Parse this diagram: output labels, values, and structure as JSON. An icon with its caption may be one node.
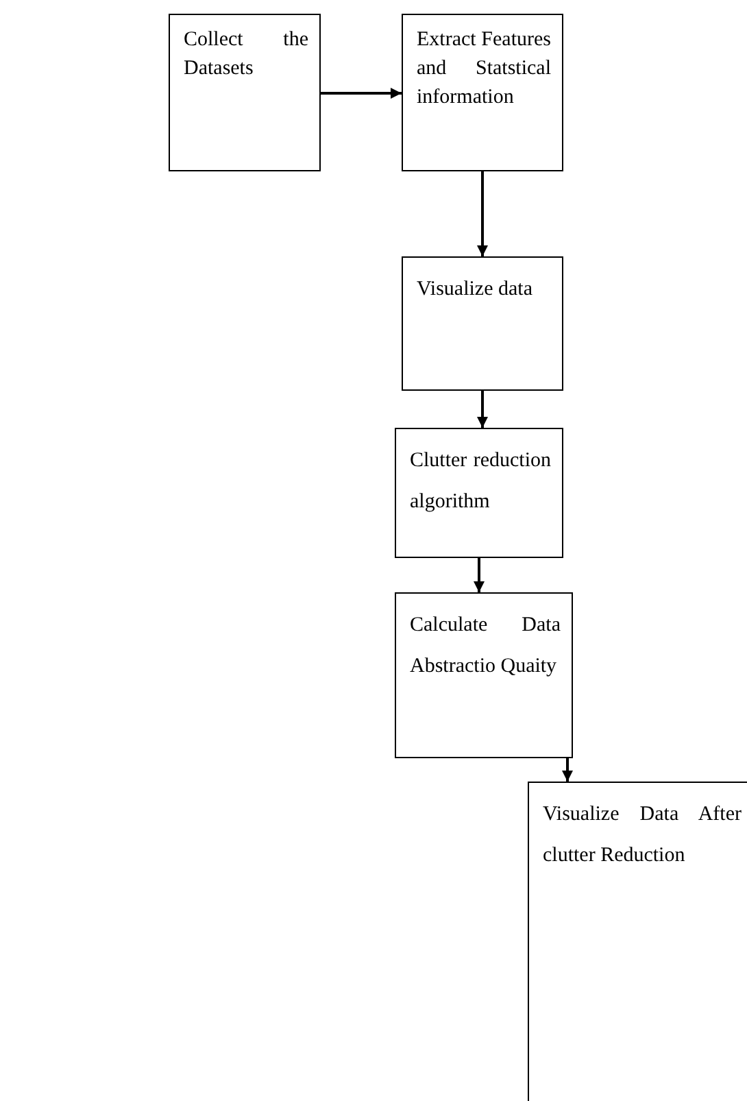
{
  "diagram": {
    "nodes": [
      {
        "text": [
          "Collect the Datasets"
        ]
      },
      {
        "text": [
          "Extract Features and Statstical information"
        ]
      },
      {
        "text": [
          "Visualize data"
        ]
      },
      {
        "text": [
          "Clutter reduction algorithm"
        ]
      },
      {
        "text": [
          "Calculate Data Abstractio Quaity"
        ]
      },
      {
        "text": [
          "Visualize Data After clutter Reduction"
        ]
      }
    ],
    "edges": [
      {
        "from": 0,
        "to": 1,
        "arrow": "to"
      },
      {
        "from": 1,
        "to": 2,
        "arrow": "to"
      },
      {
        "from": 2,
        "to": 3,
        "arrow": "to"
      },
      {
        "from": 3,
        "to": 4,
        "arrow": "to"
      },
      {
        "from": 4,
        "to": 5,
        "arrow": "to"
      }
    ]
  }
}
